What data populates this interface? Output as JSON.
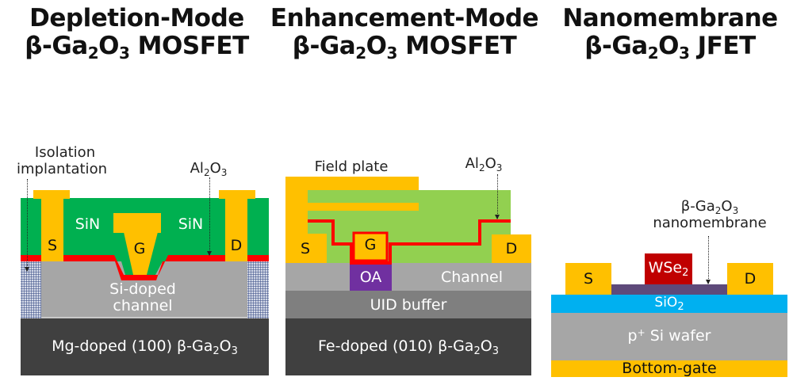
{
  "panels": [
    {
      "title_line1": "Depletion-Mode",
      "title_line2_prefix": "β-Ga",
      "title_line2_sub1": "2",
      "title_line2_mid": "O",
      "title_line2_sub2": "3",
      "title_line2_suffix": " MOSFET",
      "annotations": {
        "isolation_line1": "Isolation",
        "isolation_line2": "implantation",
        "oxide_prefix": "Al",
        "oxide_sub1": "2",
        "oxide_mid": "O",
        "oxide_sub2": "3"
      },
      "labels": {
        "source": "S",
        "gate": "G",
        "drain": "D",
        "passivation_left": "SiN",
        "passivation_right": "SiN",
        "channel_line1": "Si-doped",
        "channel_line2": "channel",
        "substrate_prefix": "Mg-doped (100) β-Ga",
        "substrate_sub1": "2",
        "substrate_mid": "O",
        "substrate_sub2": "3"
      }
    },
    {
      "title_line1": "Enhancement-Mode",
      "title_line2_prefix": "β-Ga",
      "title_line2_sub1": "2",
      "title_line2_mid": "O",
      "title_line2_sub2": "3",
      "title_line2_suffix": " MOSFET",
      "annotations": {
        "field_plate": "Field plate",
        "oxide_prefix": "Al",
        "oxide_sub1": "2",
        "oxide_mid": "O",
        "oxide_sub2": "3"
      },
      "labels": {
        "source": "S",
        "gate": "G",
        "drain": "D",
        "oa": "OA",
        "channel": "Channel",
        "buffer": "UID buffer",
        "substrate_prefix": "Fe-doped (010) β-Ga",
        "substrate_sub1": "2",
        "substrate_mid": "O",
        "substrate_sub2": "3"
      }
    },
    {
      "title_line1": "Nanomembrane",
      "title_line2_prefix": "β-Ga",
      "title_line2_sub1": "2",
      "title_line2_mid": "O",
      "title_line2_sub2": "3",
      "title_line2_suffix": " JFET",
      "annotations": {
        "membrane_prefix": "β-Ga",
        "membrane_sub1": "2",
        "membrane_mid": "O",
        "membrane_sub2": "3",
        "membrane_line2": "nanomembrane"
      },
      "labels": {
        "source": "S",
        "drain": "D",
        "wse2_prefix": "WSe",
        "wse2_sub": "2",
        "sio2_prefix": "SiO",
        "sio2_sub": "2",
        "wafer_prefix": "p",
        "wafer_sup": "+",
        "wafer_suffix": " Si wafer",
        "bottom_gate": "Bottom-gate"
      }
    }
  ],
  "colors": {
    "metal": "#ffc000",
    "sin": "#00b050",
    "passivation_light": "#92d050",
    "oxide": "#ff0000",
    "channel": "#a6a6a6",
    "buffer": "#7f7f7f",
    "substrate": "#404040",
    "oa": "#7030a0",
    "wse2": "#c00000",
    "membrane": "#5e4a7a",
    "sio2": "#00b0f0"
  }
}
